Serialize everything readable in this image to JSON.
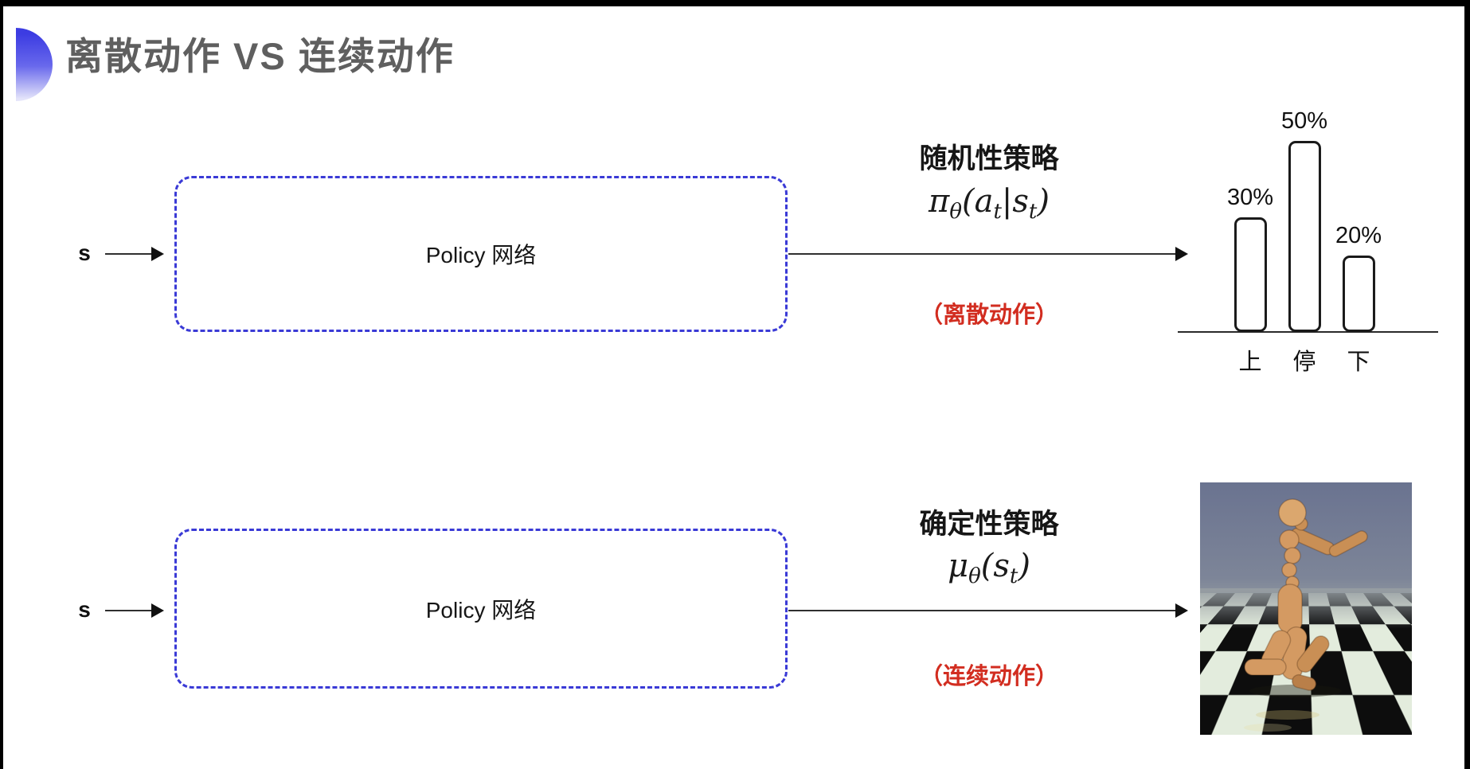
{
  "title": {
    "text": "离散动作 VS 连续动作",
    "color": "#5f5f5f",
    "bullet_gradient_top": "#3c3ce2",
    "bullet_gradient_bottom": "#e4e4fa"
  },
  "diagram_rows": [
    {
      "input_label": "s",
      "box_label": "Policy 网络",
      "policy_type": "随机性策略",
      "formula_tokens": [
        [
          "π",
          0
        ],
        [
          "θ",
          1
        ],
        [
          "(",
          0
        ],
        [
          "a",
          0
        ],
        [
          "t",
          1
        ],
        [
          "|",
          0
        ],
        [
          "s",
          0
        ],
        [
          "t",
          1
        ],
        [
          ")",
          0
        ]
      ],
      "action_note": "（离散动作）",
      "action_note_color": "#d22d20"
    },
    {
      "input_label": "s",
      "box_label": "Policy 网络",
      "policy_type": "确定性策略",
      "formula_tokens": [
        [
          "μ",
          0
        ],
        [
          "θ",
          1
        ],
        [
          "(",
          0
        ],
        [
          "s",
          0
        ],
        [
          "t",
          1
        ],
        [
          ")",
          0
        ]
      ],
      "action_note": "（连续动作）",
      "action_note_color": "#d22d20"
    }
  ],
  "chart_data": {
    "type": "bar",
    "categories": [
      "上",
      "停",
      "下"
    ],
    "values": [
      30,
      50,
      20
    ],
    "value_labels": [
      "30%",
      "50%",
      "20%"
    ],
    "title": "",
    "xlabel": "",
    "ylabel": "",
    "ylim": [
      0,
      50
    ],
    "grid": false,
    "legend": false,
    "bar_style": {
      "fill": "#ffffff",
      "stroke": "#1a1a1a",
      "rounded": true
    }
  },
  "colors": {
    "box_border": "#3a3ad6",
    "arrow": "#2a2a2a",
    "red_note": "#d22d20"
  },
  "robot_image": {
    "description": "humanoid-simulation-render",
    "sky": "#6a7390",
    "floor_light": "#e3ecdd",
    "floor_dark": "#0d0d0d",
    "body": "#d49a62"
  }
}
